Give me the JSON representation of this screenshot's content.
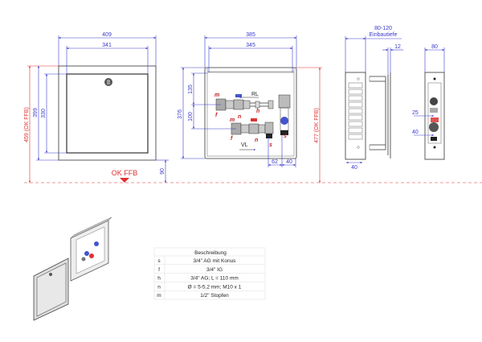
{
  "front_view": {
    "width_outer": "409",
    "width_inner": "341",
    "height_ok_ffb": "459 (OK FFB)",
    "height_outer": "399",
    "height_inner": "330",
    "floor_offset": "90",
    "floor_label": "OK FFB"
  },
  "open_view": {
    "width_outer": "385",
    "width_inner": "345",
    "height": "376",
    "upper_offset": "135",
    "pipe_spacing": "100",
    "height_ok_ffb": "477 (OK FFB)",
    "dim_62": "62",
    "dim_40": "40",
    "return_label": "RL",
    "flow_label": "VL",
    "part_labels": {
      "m": "m",
      "f": "f",
      "h": "h",
      "n": "n",
      "s": "s"
    }
  },
  "side_views": {
    "depth_range": "80-120",
    "depth_label": "Einbautiefe",
    "flange": "12",
    "side_bottom_dim": "40",
    "depth_right": "80",
    "dim_25": "25",
    "dim_40": "40"
  },
  "legend_table": {
    "header": "Beschreibung",
    "rows": [
      {
        "code": "s",
        "desc": "3/4\" AG mit Konus"
      },
      {
        "code": "f",
        "desc": "3/4\" IG"
      },
      {
        "code": "h",
        "desc": "3/4\" AG; L = 110 mm"
      },
      {
        "code": "n",
        "desc": "Ø = 5-5,2 mm; M10 x 1"
      },
      {
        "code": "m",
        "desc": "1/2\" Stopfen"
      }
    ]
  },
  "colors": {
    "dimension": "#3a3acc",
    "reference": "#e03030",
    "label": "#c02020"
  }
}
